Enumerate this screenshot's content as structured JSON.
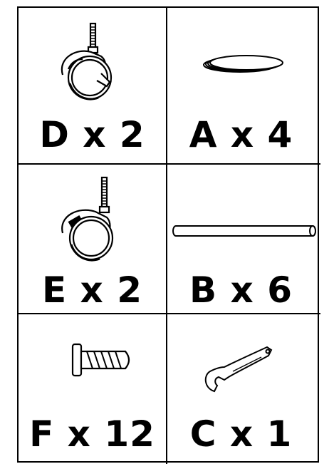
{
  "parts": [
    {
      "label": "D x 2",
      "icon": "caster-wheel-with-brake-icon"
    },
    {
      "label": "A x 4",
      "icon": "washer-icon"
    },
    {
      "label": "E x 2",
      "icon": "caster-wheel-icon"
    },
    {
      "label": "B x 6",
      "icon": "rod-icon"
    },
    {
      "label": "F x 12",
      "icon": "bolt-icon"
    },
    {
      "label": "C x 1",
      "icon": "wrench-icon"
    }
  ]
}
